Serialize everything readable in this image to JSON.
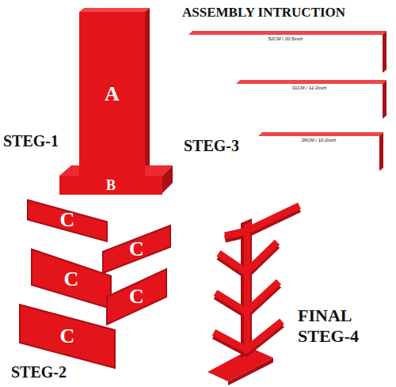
{
  "diagram": {
    "title": "ASSEMBLY INTRUCTION",
    "nodes": [
      {
        "text": [
          "A"
        ]
      },
      {
        "text": [
          "B"
        ]
      },
      {
        "text": [
          "52CM / 20.5inch",
          "A"
        ]
      },
      {
        "text": [
          "31CM / 12.2inch",
          "B"
        ]
      },
      {
        "text": [
          "26CM / 10.2inch",
          "C"
        ]
      },
      {
        "text": [
          "C"
        ]
      },
      {
        "text": [
          "C"
        ]
      },
      {
        "text": [
          "C"
        ]
      },
      {
        "text": [
          "C"
        ]
      },
      {
        "text": [
          "C"
        ]
      }
    ],
    "labels": [
      "STEG-1",
      "STEG-3",
      "STEG-2",
      "FINAL STEG-4"
    ]
  }
}
